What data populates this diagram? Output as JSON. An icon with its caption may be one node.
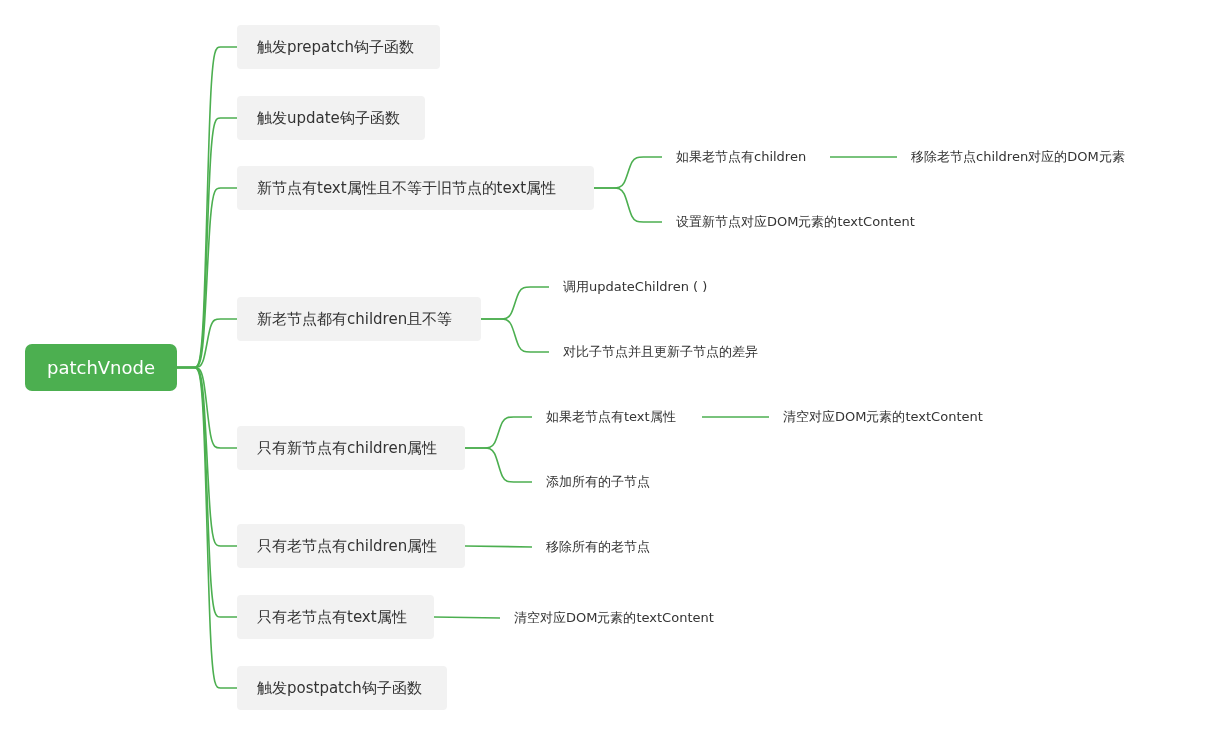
{
  "diagram": {
    "nodes": [
      {
        "text": [
          "patchVnode"
        ]
      },
      {
        "text": [
          "触发prepatch钩子函数"
        ]
      },
      {
        "text": [
          "触发update钩子函数"
        ]
      },
      {
        "text": [
          "新节点有text属性且不等于旧节点的text属性"
        ]
      },
      {
        "text": [
          "如果老节点有children"
        ]
      },
      {
        "text": [
          "移除老节点children对应的DOM元素"
        ]
      },
      {
        "text": [
          "设置新节点对应DOM元素的textContent"
        ]
      },
      {
        "text": [
          "新老节点都有children且不等"
        ]
      },
      {
        "text": [
          "调用updateChildren ( )"
        ]
      },
      {
        "text": [
          "对比子节点并且更新子节点的差异"
        ]
      },
      {
        "text": [
          "只有新节点有children属性"
        ]
      },
      {
        "text": [
          "如果老节点有text属性"
        ]
      },
      {
        "text": [
          "清空对应DOM元素的textContent"
        ]
      },
      {
        "text": [
          "添加所有的子节点"
        ]
      },
      {
        "text": [
          "只有老节点有children属性"
        ]
      },
      {
        "text": [
          "移除所有的老节点"
        ]
      },
      {
        "text": [
          "只有老节点有text属性"
        ]
      },
      {
        "text": [
          "清空对应DOM元素的textContent"
        ]
      },
      {
        "text": [
          "触发postpatch钩子函数"
        ]
      }
    ],
    "edges": [
      {
        "from": 0,
        "to": 1,
        "arrow": "none"
      },
      {
        "from": 0,
        "to": 2,
        "arrow": "none"
      },
      {
        "from": 0,
        "to": 3,
        "arrow": "none"
      },
      {
        "from": 3,
        "to": 4,
        "arrow": "none"
      },
      {
        "from": 4,
        "to": 5,
        "arrow": "none"
      },
      {
        "from": 3,
        "to": 6,
        "arrow": "none"
      },
      {
        "from": 0,
        "to": 7,
        "arrow": "none"
      },
      {
        "from": 7,
        "to": 8,
        "arrow": "none"
      },
      {
        "from": 7,
        "to": 9,
        "arrow": "none"
      },
      {
        "from": 0,
        "to": 10,
        "arrow": "none"
      },
      {
        "from": 10,
        "to": 11,
        "arrow": "none"
      },
      {
        "from": 11,
        "to": 12,
        "arrow": "none"
      },
      {
        "from": 10,
        "to": 13,
        "arrow": "none"
      },
      {
        "from": 0,
        "to": 14,
        "arrow": "none"
      },
      {
        "from": 14,
        "to": 15,
        "arrow": "none"
      },
      {
        "from": 0,
        "to": 16,
        "arrow": "none"
      },
      {
        "from": 16,
        "to": 17,
        "arrow": "none"
      },
      {
        "from": 0,
        "to": 18,
        "arrow": "none"
      }
    ]
  }
}
